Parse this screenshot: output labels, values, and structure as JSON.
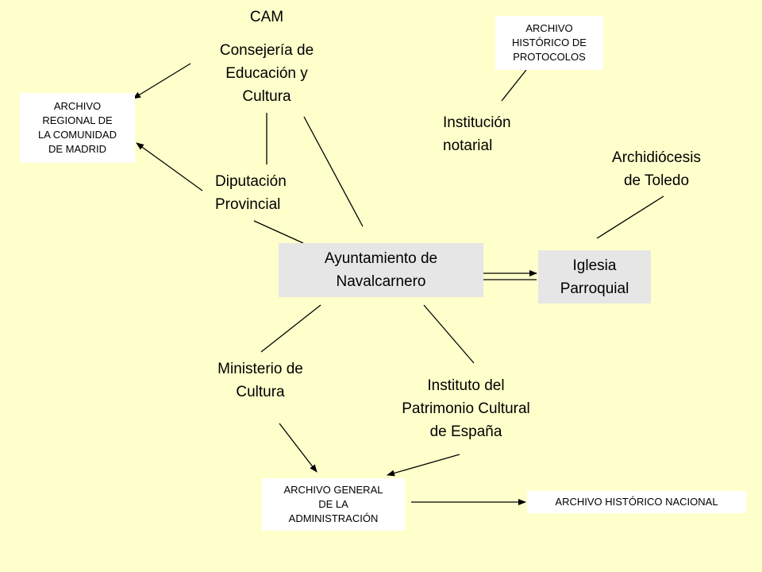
{
  "nodes": {
    "cam": "CAM",
    "consejeria": "Consejería de\nEducación y\nCultura",
    "archivo_regional": "ARCHIVO\nREGIONAL DE\nLA COMUNIDAD\nDE MADRID",
    "diputacion": "Diputación\nProvincial",
    "ayuntamiento": "Ayuntamiento de\nNavalcarnero",
    "archivo_protocolos": "ARCHIVO\nHISTÓRICO DE\nPROTOCOLOS",
    "institucion_notarial": "Institución\nnotarial",
    "archidiocesis": "Archidiócesis\nde Toledo",
    "iglesia": "Iglesia\nParroquial",
    "ministerio": "Ministerio de\nCultura",
    "instituto": "Instituto del\nPatrimonio Cultural\nde España",
    "archivo_general": "ARCHIVO GENERAL\nDE LA\nADMINISTRACIÓN",
    "archivo_nacional": "ARCHIVO HISTÓRICO NACIONAL"
  }
}
